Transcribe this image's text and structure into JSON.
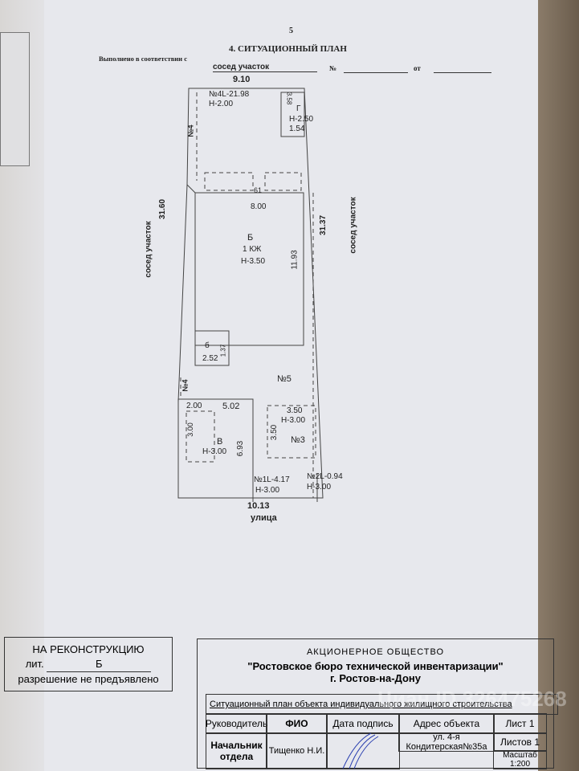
{
  "header": {
    "page_number": "5",
    "title": "4.   СИТУАЦИОННЫЙ ПЛАН",
    "agreement_prefix": "Выполнено в соответствии с",
    "agreement_value": "сосед участок",
    "number_label": "№",
    "date_label": "от"
  },
  "plan": {
    "top_width": "9.10",
    "bottom_width": "10.13",
    "bottom_label": "улица",
    "left_length": "31.60",
    "left_label": "сосед участок",
    "right_length": "31.37",
    "right_label": "сосед участок",
    "fence4_top": "№4L-21.98",
    "fence4_top_h": "Н-2.00",
    "fence4_left_a": "№4",
    "fence4_left_b": "№4",
    "g_label": "Г",
    "g_dim1": "3.58",
    "g_h": "Н-2.50",
    "g_dim2": "1.54",
    "b_width": "8.00",
    "b_dim_small": "61",
    "b_label": "Б",
    "b_floors": "1 КЖ",
    "b_h": "Н-3.50",
    "b_length": "11.93",
    "small_b_label": "б",
    "small_b_w": "2.52",
    "small_b_l": "1.37",
    "yard5": "№5",
    "v_label": "В",
    "v_h": "Н-3.00",
    "v_w": "5.02",
    "v_l": "6.93",
    "v_inner_w": "2.00",
    "v_inner_l": "3.00",
    "s3_w": "3.50",
    "s3_h": "Н-3.00",
    "s3_l": "3.50",
    "s3_label": "№3",
    "fence1": "№1L-4.17",
    "fence1_h": "Н-3.00",
    "fence2": "№2L-0.94",
    "fence2_h": "Н-3.00"
  },
  "stamp": {
    "line1": "НА  РЕКОНСТРУКЦИЮ",
    "lit_label": "лит.",
    "lit_value": "Б",
    "line3": "разрешение не предъявлено"
  },
  "title_block": {
    "org_type": "АКЦИОНЕРНОЕ ОБЩЕСТВО",
    "org_name": "\"Ростовское бюро технической инвентаризации\"",
    "city": "г. Ростов-на-Дону",
    "doc_title": "Ситуационный  план объекта индивидуального жилищного строительства",
    "col_head": "Руководитель",
    "col_fio": "ФИО",
    "col_date": "Дата подпись",
    "col_addr": "Адрес объекта",
    "sheet": "Лист 1",
    "head_value": "Начальник отдела",
    "fio_value": "Тищенко Н.И.",
    "addr_value": "ул. 4-я Кондитерская№35а",
    "sheets": "Листов 1",
    "scale_label": "Масштаб",
    "scale": "1:200"
  },
  "watermark": "Циан ID 326475268"
}
